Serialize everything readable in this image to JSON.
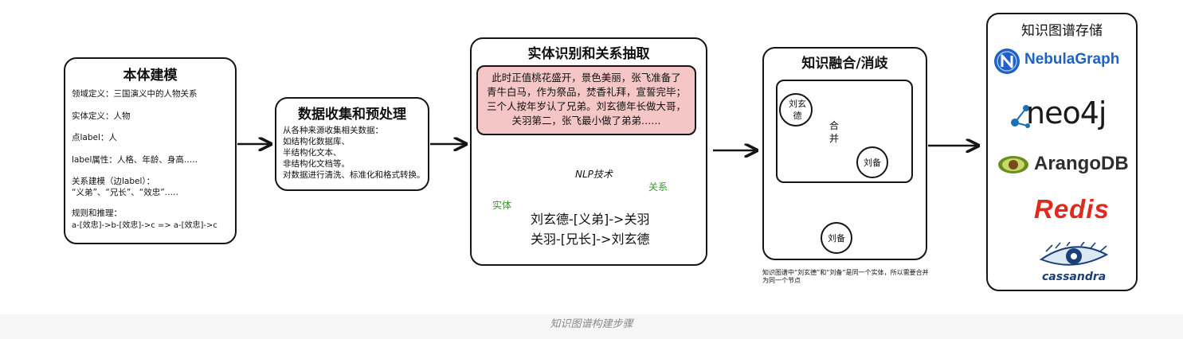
{
  "box1": {
    "title": "本体建模",
    "lines": [
      "领域定义：三国演义中的人物关系",
      "实体定义：人物",
      "点label：人",
      "label属性：人格、年龄、身高.….",
      "关系建模（边label）：",
      "“义弟”、“兄长”、“效忠”.….",
      "规则和推理：",
      "a-[效忠]->b-[效忠]->c => a-[效忠]->c"
    ]
  },
  "box2": {
    "title": "数据收集和预处理",
    "lines": [
      "从各种来源收集相关数据：",
      "如结构化数据库、",
      "半结构化文本、",
      "非结构化文档等。",
      "对数据进行清洗、标准化和格式转换。"
    ]
  },
  "box3": {
    "title": "实体识别和关系抽取",
    "text_lines": [
      "此时正值桃花盛开，景色美丽，张飞准备了",
      "青牛白马，作为祭品，焚香礼拜，宣誓完毕；",
      "三个人按年岁认了兄弟。刘玄德年长做大哥，",
      "关羽第二，张飞最小做了弟弟.….."
    ],
    "nlp_label": "NLP技术",
    "entity_label": "实体",
    "relation_label": "关系",
    "triple1": "刘玄德-[义弟]->关羽",
    "triple2": "关羽-[兄长]->刘玄德",
    "highlight_color": "#f4c6c6",
    "annotation_color": "#3a9a2c"
  },
  "box4": {
    "title": "知识融合/消歧",
    "node1": "刘玄德",
    "node2": "刘备",
    "merge_label": "合并",
    "result_node": "刘备",
    "note": "知识图谱中“刘玄德”和“刘备”是同一个实体，所以需要合并为同一个节点"
  },
  "box5": {
    "title": "知识图谱存储",
    "logos": [
      {
        "name": "NebulaGraph",
        "icon": "nebula-n-icon",
        "color": "#1d62c4"
      },
      {
        "name": "neo4j",
        "icon": "neo4j-graph-icon",
        "color": "#1a1a1a"
      },
      {
        "name": "ArangoDB",
        "icon": "avocado-icon",
        "color": "#2e2e2e"
      },
      {
        "name": "Redis",
        "color": "#e02a1f"
      },
      {
        "name": "cassandra",
        "icon": "cassandra-eye-icon",
        "color": "#1b3f78"
      }
    ]
  },
  "caption": "知识图谱构建步骤"
}
